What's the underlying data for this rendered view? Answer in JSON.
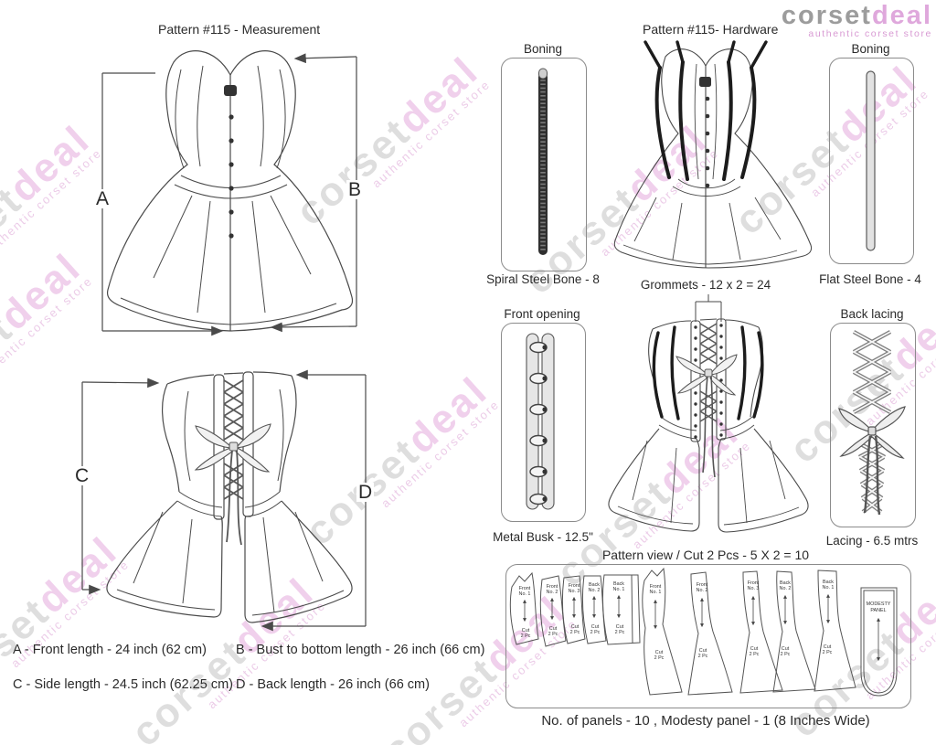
{
  "logo": {
    "brand_gray": "corset",
    "brand_pink": "deal",
    "tagline": "authentic corset store"
  },
  "watermark": {
    "brand_gray": "corset",
    "brand_pink": "deal",
    "tagline": "authentic corset store"
  },
  "colors": {
    "accent_pink": "#dfa8dc",
    "logo_gray": "#9c9c9c",
    "line": "#4a4a4a"
  },
  "measurement": {
    "title": "Pattern #115 -  Measurement",
    "marker_a": "A",
    "marker_b": "B",
    "marker_c": "C",
    "marker_d": "D",
    "legend": [
      "A - Front length - 24 inch (62 cm)",
      "B - Bust to bottom length - 26 inch (66 cm)",
      "C - Side length - 24.5 inch (62.25 cm)",
      "D - Back length - 26 inch (66 cm)"
    ]
  },
  "hardware": {
    "title": "Pattern #115-  Hardware",
    "spiral_bone": {
      "label": "Boning",
      "caption": "Spiral Steel Bone - 8"
    },
    "flat_bone": {
      "label": "Boning",
      "caption": "Flat Steel Bone - 4"
    },
    "grommets_caption": "Grommets - 12 x 2 = 24",
    "busk": {
      "label": "Front opening",
      "caption": "Metal Busk - 12.5\""
    },
    "lacing": {
      "label": "Back lacing",
      "caption": "Lacing - 6.5 mtrs"
    }
  },
  "pattern_view": {
    "title": "Pattern view  /  Cut 2 Pcs - 5 X 2 = 10",
    "caption": "No. of panels - 10  , Modesty panel - 1 (8 Inches Wide)",
    "cut_label": {
      "line1": "Cut",
      "line2": "2 Pc"
    },
    "pieces": [
      {
        "line1": "Front",
        "line2": "No. 1"
      },
      {
        "line1": "Front",
        "line2": "No. 2"
      },
      {
        "line1": "Front",
        "line2": "No. 3"
      },
      {
        "line1": "Back",
        "line2": "No. 2"
      },
      {
        "line1": "Back",
        "line2": "No. 1"
      },
      {
        "line1": "Front",
        "line2": "No. 1"
      },
      {
        "line1": "Front",
        "line2": "No. 2"
      },
      {
        "line1": "Front",
        "line2": "No. 3"
      },
      {
        "line1": "Back",
        "line2": "No. 2"
      },
      {
        "line1": "Back",
        "line2": "No. 1"
      }
    ],
    "modesty": {
      "line1": "MODESTY",
      "line2": "PANEL"
    }
  }
}
